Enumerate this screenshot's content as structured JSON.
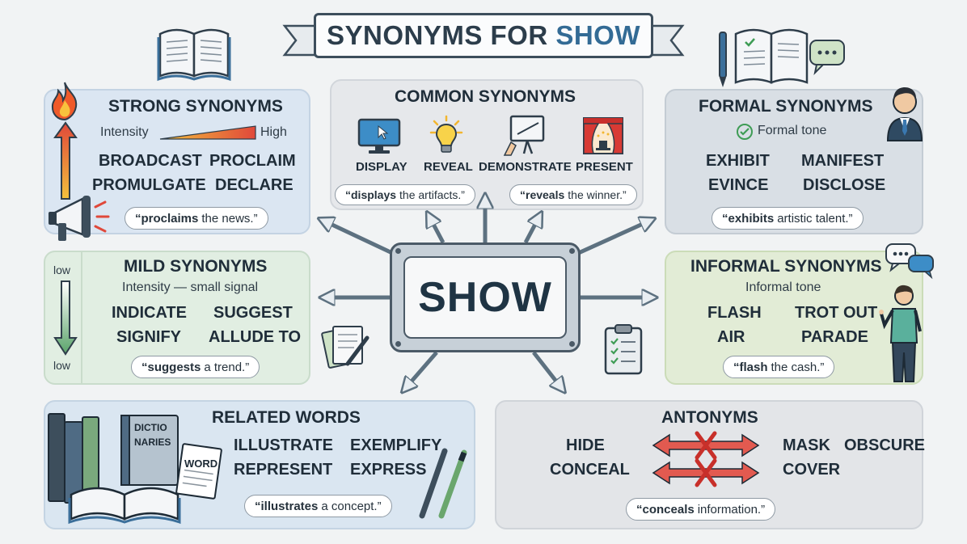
{
  "title": {
    "prefix": "SYNONYMS FOR",
    "accent": "SHOW"
  },
  "center_word": "SHOW",
  "strong": {
    "title": "STRONG SYNONYMS",
    "scale_low": "Intensity",
    "scale_high": "High",
    "words": [
      "BROADCAST",
      "PROCLAIM",
      "PROMULGATE",
      "DECLARE"
    ],
    "example_bold": "“proclaims",
    "example_rest": "the news.”"
  },
  "common": {
    "title": "COMMON SYNONYMS",
    "items": [
      "DISPLAY",
      "REVEAL",
      "DEMONSTRATE",
      "PRESENT"
    ],
    "examples": [
      {
        "bold": "“displays",
        "rest": "the artifacts.”"
      },
      {
        "bold": "“reveals",
        "rest": "the winner.”"
      }
    ]
  },
  "formal": {
    "title": "FORMAL SYNONYMS",
    "note": "Formal tone",
    "words": [
      "EXHIBIT",
      "MANIFEST",
      "EVINCE",
      "DISCLOSE"
    ],
    "example_bold": "“exhibits",
    "example_rest": "artistic talent.”"
  },
  "mild": {
    "title": "MILD SYNONYMS",
    "note": "Intensity — small signal",
    "scale_top": "low",
    "scale_bottom": "low",
    "words": [
      "INDICATE",
      "SUGGEST",
      "SIGNIFY",
      "ALLUDE TO"
    ],
    "example_bold": "“suggests",
    "example_rest": "a trend.”"
  },
  "informal": {
    "title": "INFORMAL SYNONYMS",
    "note": "Informal tone",
    "words": [
      "FLASH",
      "TROT OUT",
      "AIR",
      "PARADE"
    ],
    "example_bold": "“flash",
    "example_rest": "the cash.”"
  },
  "related": {
    "title": "RELATED WORDS",
    "words": [
      "ILLUSTRATE",
      "EXEMPLIFY",
      "REPRESENT",
      "EXPRESS"
    ],
    "example_bold": "“illustrates",
    "example_rest": "a concept.”",
    "book_label_1": "DICTIO",
    "book_label_2": "NARIES",
    "card_label": "WORD"
  },
  "antonyms": {
    "title": "ANTONYMS",
    "words": [
      "HIDE",
      "CONCEAL",
      "MASK",
      "OBSCURE",
      "COVER"
    ],
    "example_bold": "“conceals",
    "example_rest": "information.”"
  },
  "colors": {
    "arrow": "#5d7180",
    "intensity_high": "#e0483a",
    "intensity_low": "#f0c23c",
    "mild_green": "#5aa36a",
    "antonym_red": "#e25a50"
  }
}
